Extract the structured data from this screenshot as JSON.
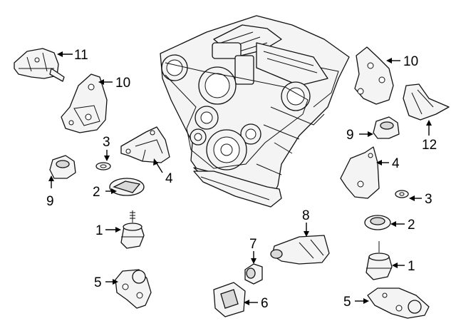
{
  "callouts": {
    "c11": "11",
    "c10_left": "10",
    "c3_left": "3",
    "c4_center": "4",
    "c9_left": "9",
    "c2_left": "2",
    "c1_left": "1",
    "c5_left": "5",
    "c8": "8",
    "c7": "7",
    "c6": "6",
    "c10_right": "10",
    "c12": "12",
    "c9_right": "9",
    "c4_right": "4",
    "c3_right": "3",
    "c2_right": "2",
    "c1_right": "1",
    "c5_right": "5"
  }
}
